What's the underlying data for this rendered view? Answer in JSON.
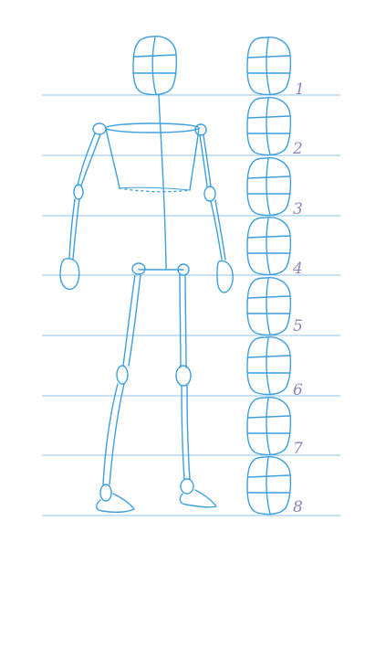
{
  "colors": {
    "sketch": "#3d9fde",
    "guide": "#8fc3ea",
    "number": "#8a86b8",
    "background": "#ffffff"
  },
  "head_units": [
    "1",
    "2",
    "3",
    "4",
    "5",
    "6",
    "7",
    "8"
  ]
}
